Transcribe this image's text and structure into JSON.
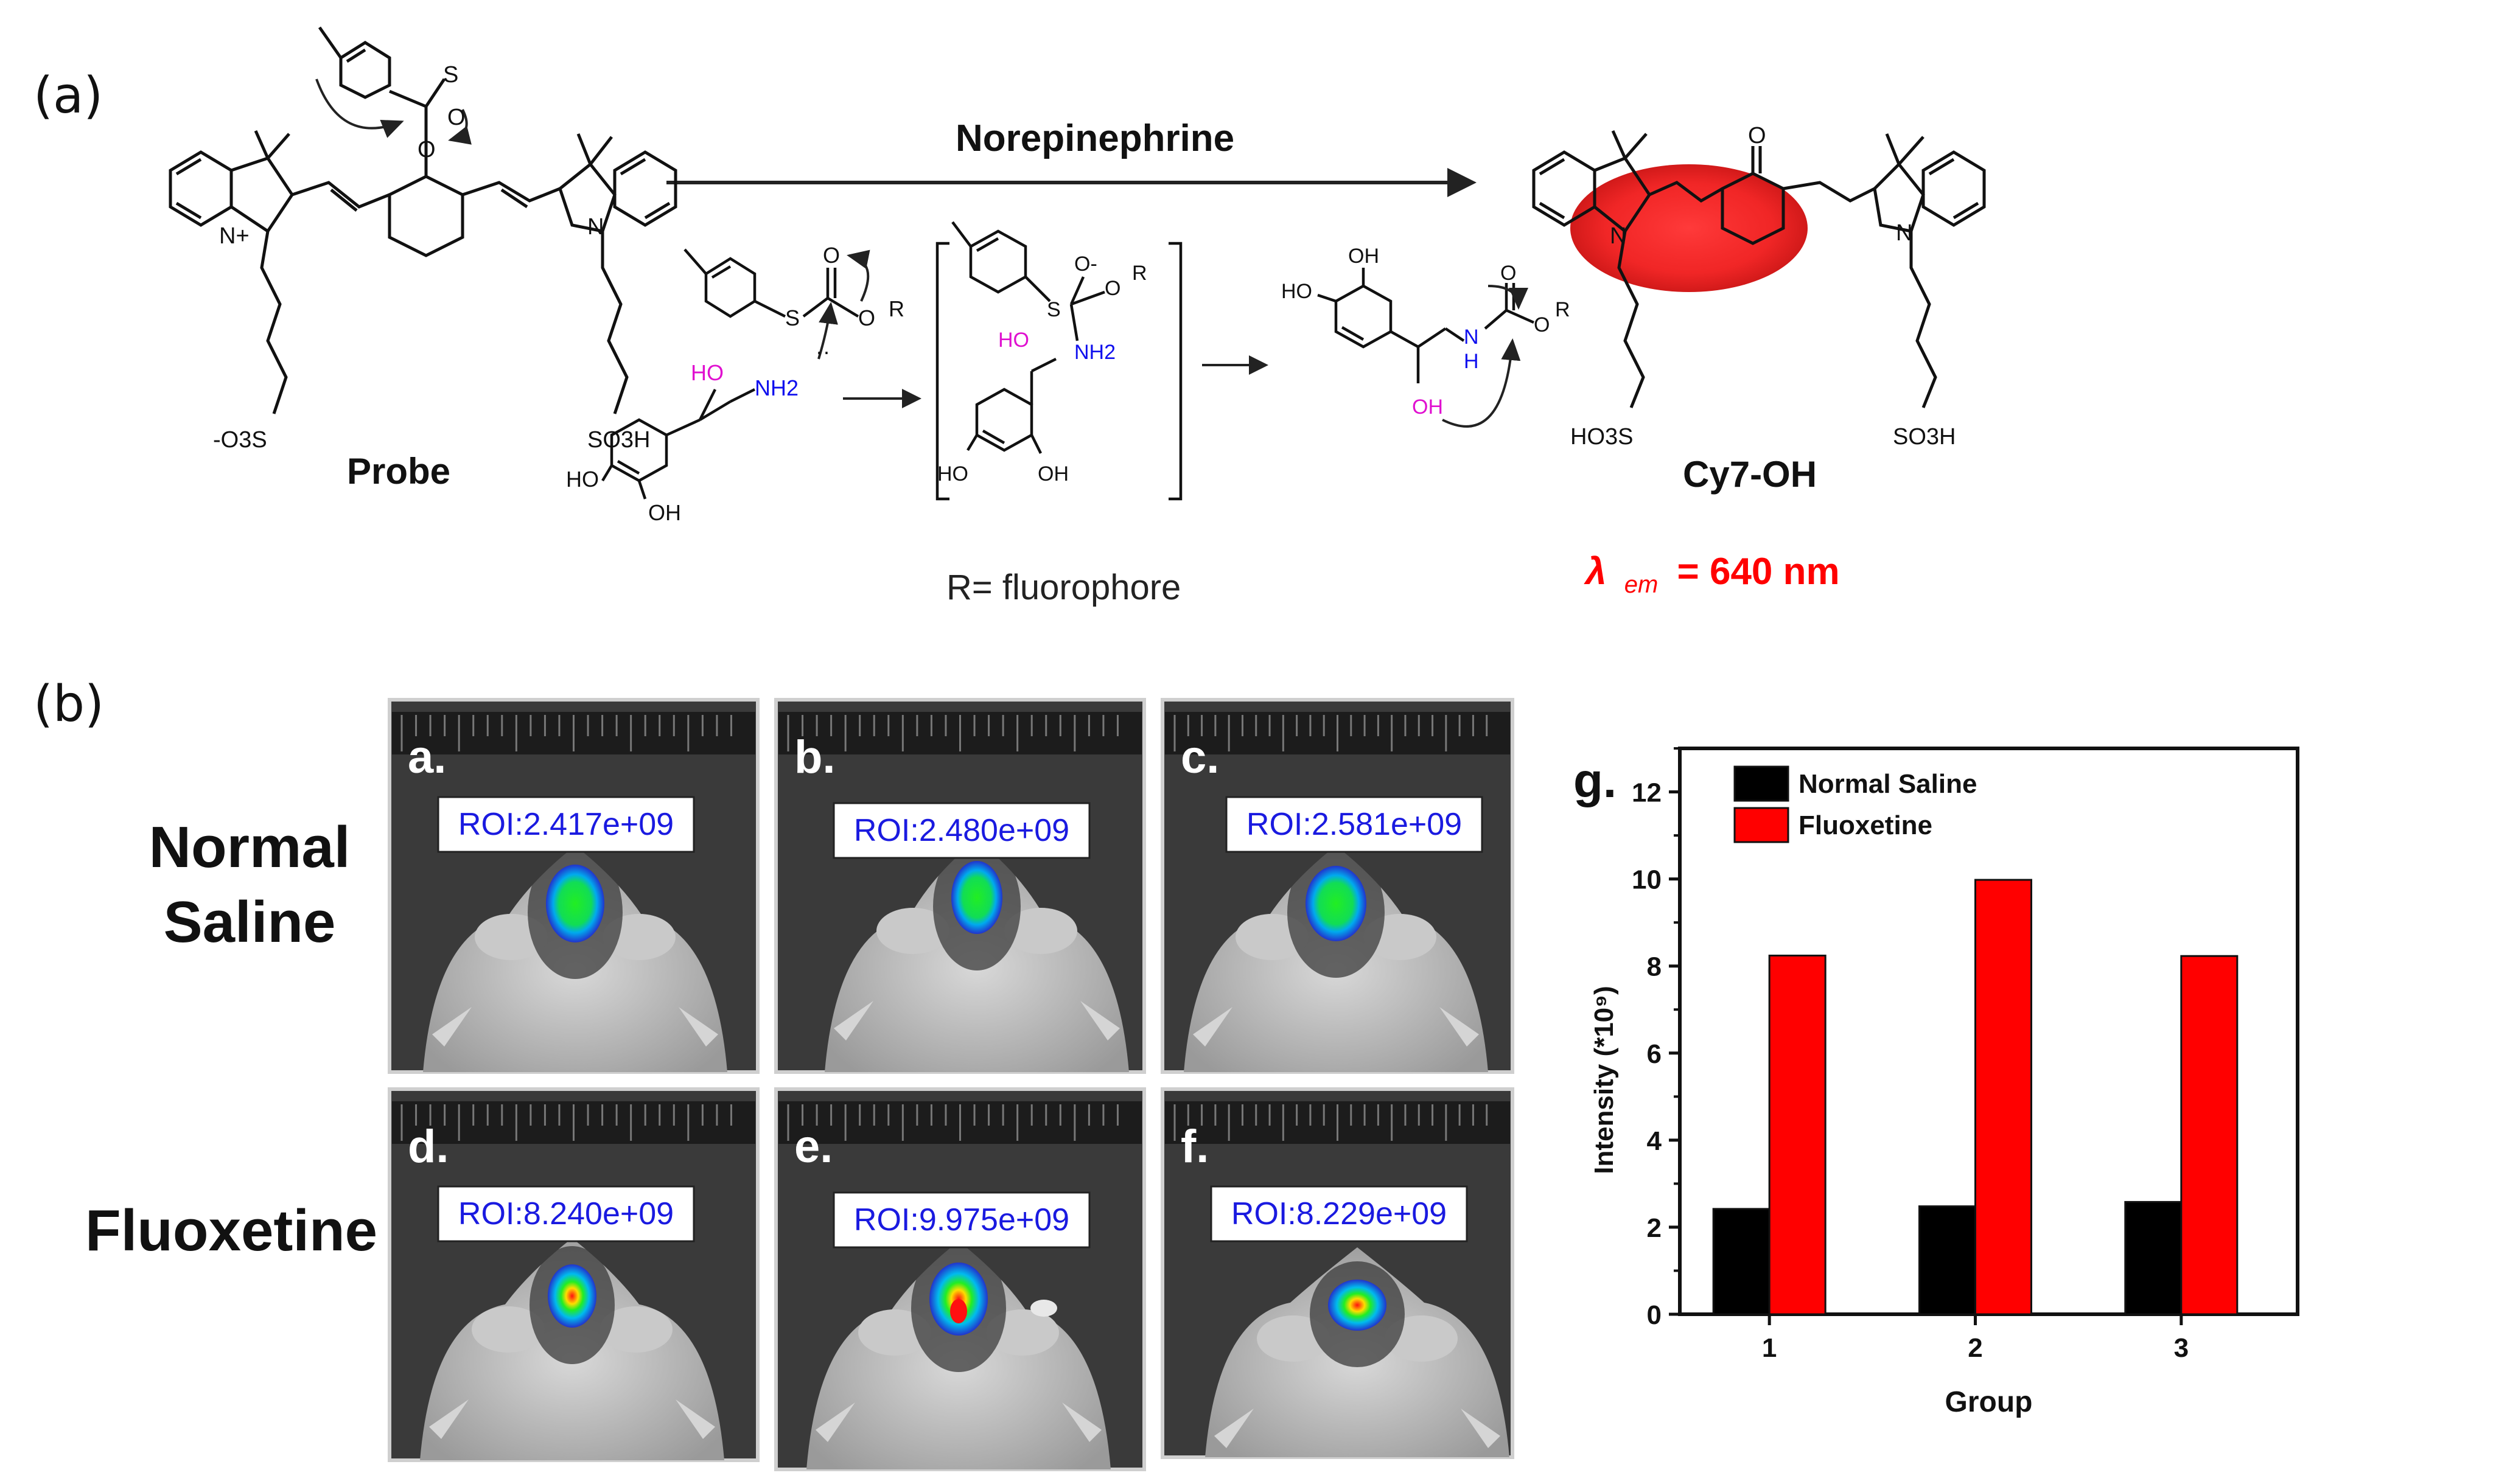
{
  "panel_a": {
    "label": "(a)",
    "arrow_label": "Norepinephrine",
    "probe_label": "Probe",
    "product_label": "Cy7-OH",
    "r_note": "R= fluorophore",
    "emission": {
      "symbol": "λ",
      "sub": "em",
      "rest": "= 640 nm"
    },
    "atoms": {
      "o": "O",
      "s": "S",
      "r": "R",
      "n": "N",
      "nplus": "N+",
      "ominus": "O-",
      "so3minus": "-O3S",
      "so3h": "SO3H",
      "ho3s": "HO3S",
      "ho": "HO",
      "oh": "OH",
      "nh2": "NH2",
      "nh": "N",
      "h": "H",
      "lone_pair": "··"
    }
  },
  "panel_b": {
    "label": "(b)",
    "row_labels": [
      "Normal\nSaline",
      "Fluoxetine"
    ],
    "row_label_lines": [
      [
        "Normal",
        "Saline"
      ],
      [
        "Fluoxetine"
      ]
    ],
    "images": [
      {
        "letter": "a.",
        "roi": "ROI:2.417e+09"
      },
      {
        "letter": "b.",
        "roi": "ROI:2.480e+09"
      },
      {
        "letter": "c.",
        "roi": "ROI:2.581e+09"
      },
      {
        "letter": "d.",
        "roi": "ROI:8.240e+09"
      },
      {
        "letter": "e.",
        "roi": "ROI:9.975e+09"
      },
      {
        "letter": "f.",
        "roi": "ROI:8.229e+09"
      }
    ]
  },
  "chart_data": {
    "type": "bar",
    "panel_letter": "g.",
    "categories": [
      "1",
      "2",
      "3"
    ],
    "series": [
      {
        "name": "Normal Saline",
        "values": [
          2.42,
          2.48,
          2.58
        ],
        "color": "#000000"
      },
      {
        "name": "Fluoxetine",
        "values": [
          8.24,
          9.98,
          8.23
        ],
        "color": "#ff0000"
      }
    ],
    "xlabel": "Group",
    "ylabel": "Intensity (*10⁹)",
    "ylim": [
      0,
      13
    ],
    "yticks": [
      0,
      2,
      4,
      6,
      8,
      10,
      12
    ],
    "legend_position": "top-left",
    "grid": false
  }
}
